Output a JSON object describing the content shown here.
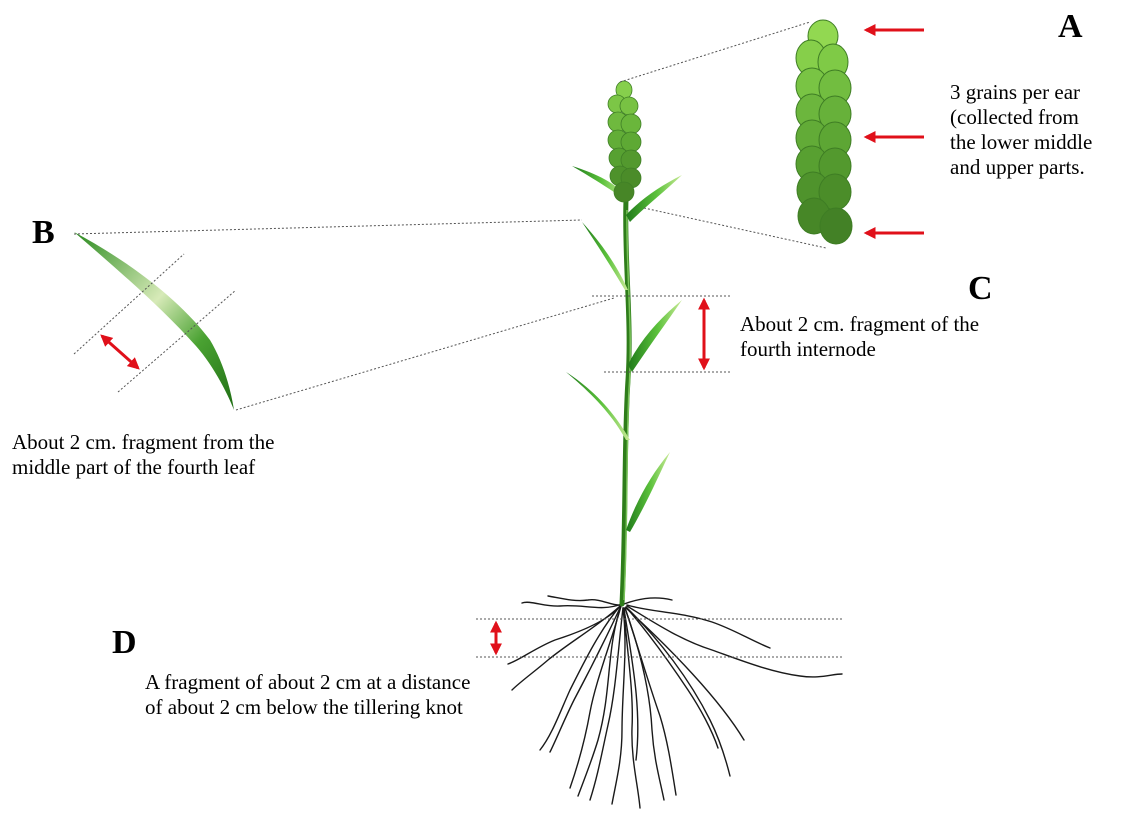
{
  "labels": {
    "a": "A",
    "b": "B",
    "c": "C",
    "d": "D"
  },
  "captions": {
    "a": [
      "3 grains per ear",
      "(collected from",
      "the lower middle",
      "and upper parts."
    ],
    "b": [
      "About 2 cm. fragment from the",
      "middle part of the fourth leaf"
    ],
    "c": [
      "About 2 cm. fragment of the",
      "fourth internode"
    ],
    "d": [
      "A fragment of about 2 cm at a distance",
      "of about 2 cm below the tillering knot"
    ]
  },
  "colors": {
    "arrow_red": "#e0101a",
    "stem_green": "#2e7d1a",
    "leaf_green": "#3aa52a",
    "leaf_light": "#b8e07a",
    "grain_dark": "#4c8f2a",
    "grain_light": "#8fd14f",
    "root": "#1a1a1a",
    "guide": "#555555"
  }
}
